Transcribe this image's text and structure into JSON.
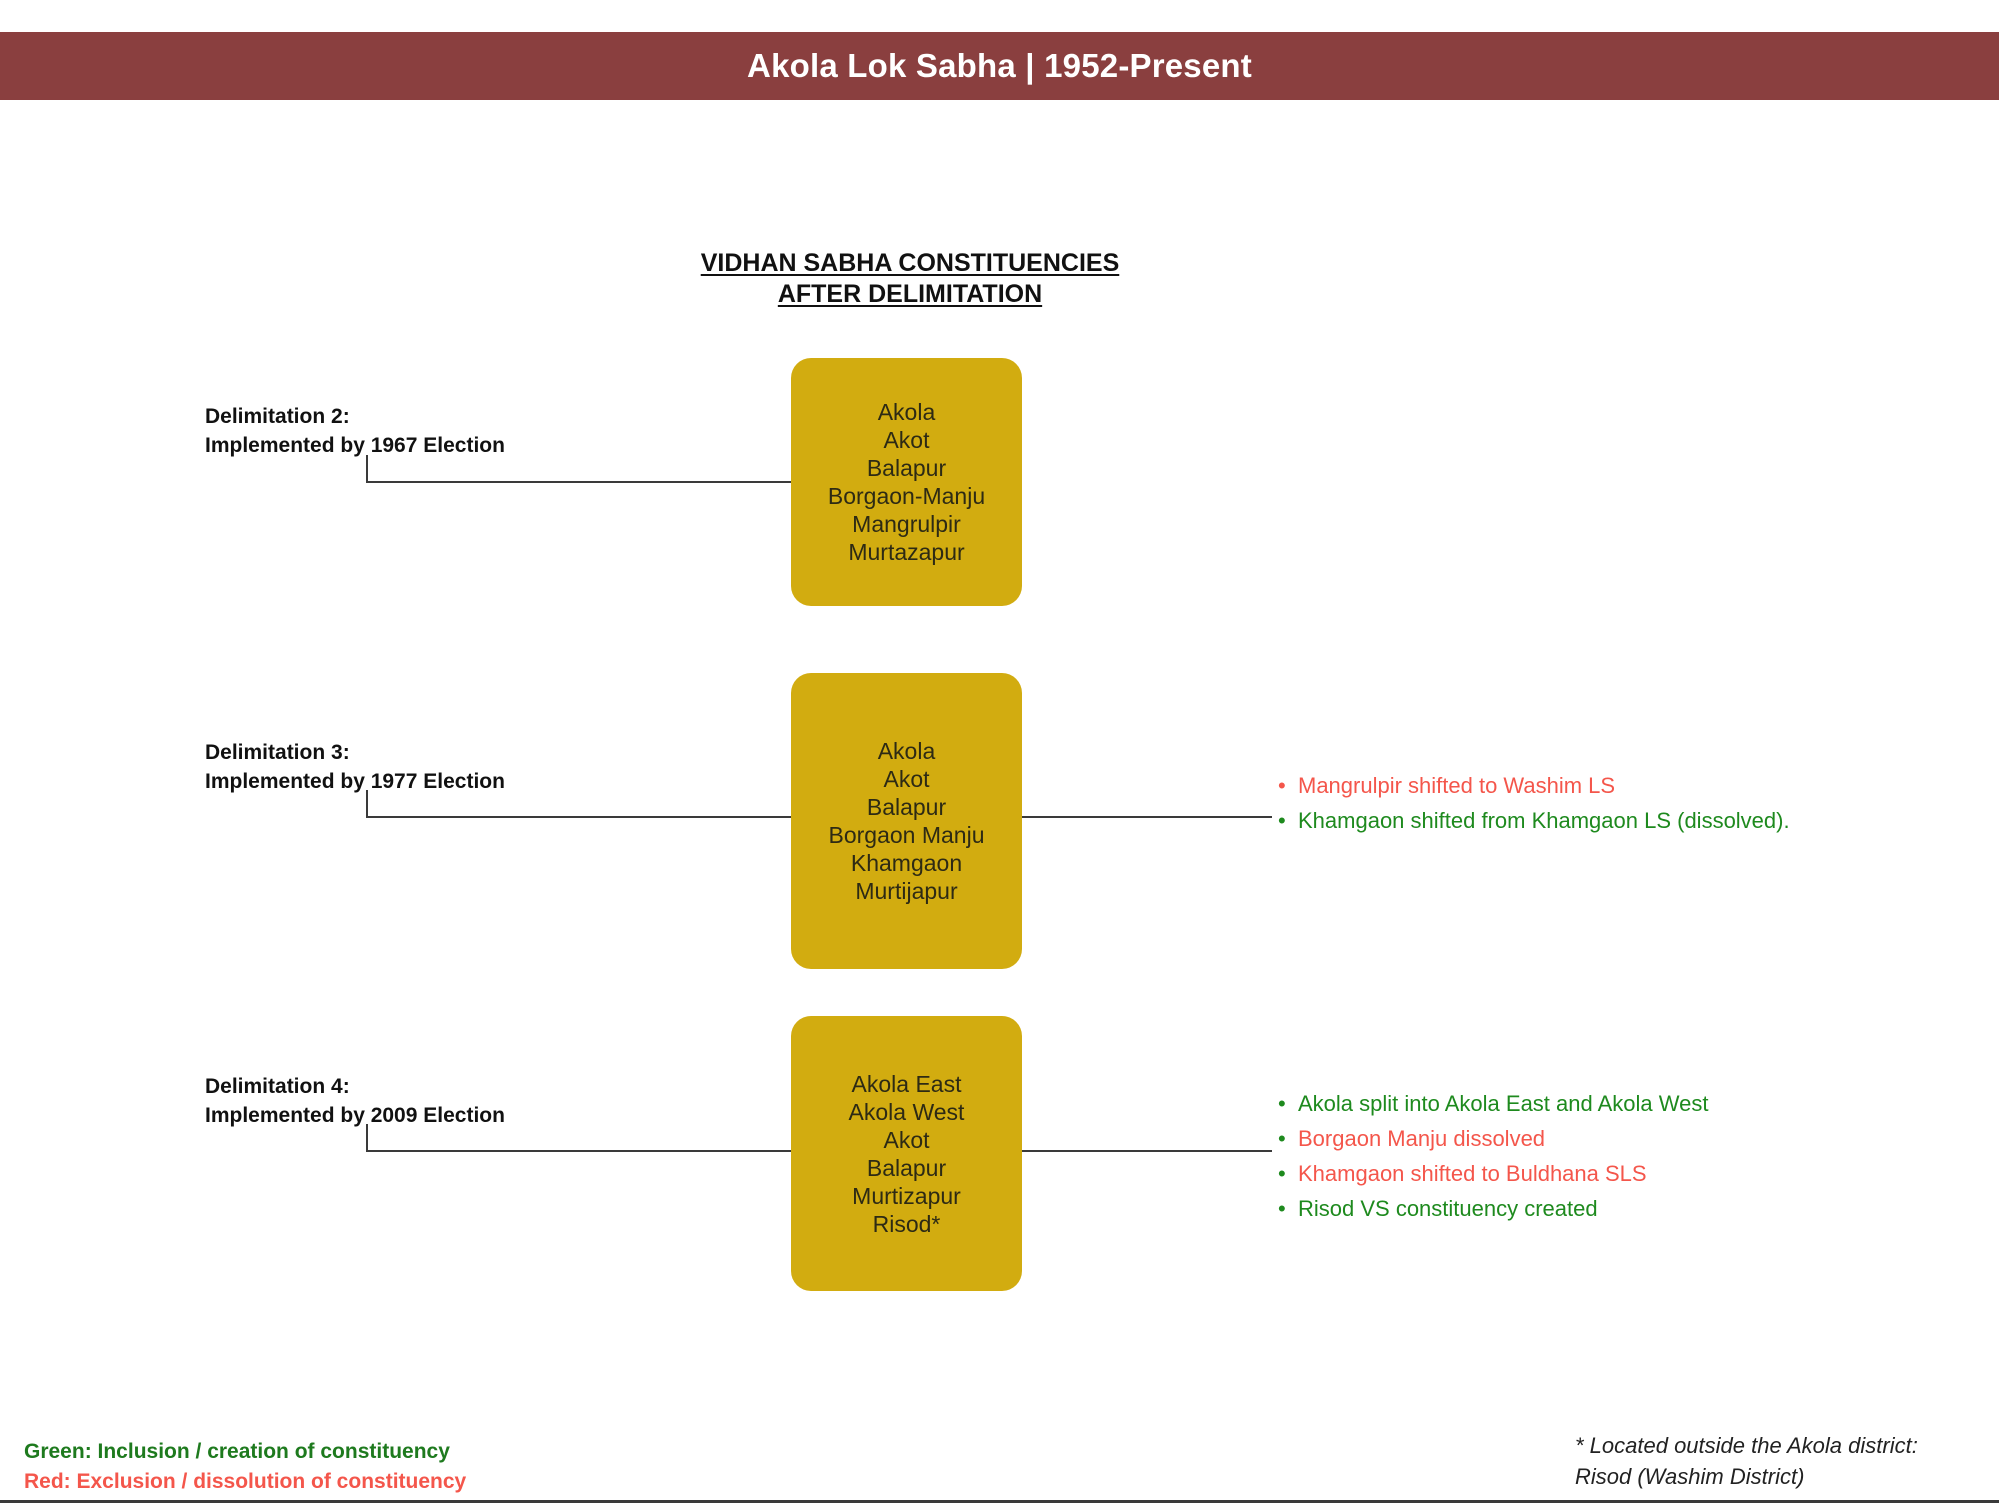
{
  "header": {
    "title": "Akola Lok Sabha | 1952-Present",
    "banner_color": "#8A3F3F",
    "title_color": "#FFFFFF"
  },
  "section_heading": {
    "line1": "VIDHAN SABHA CONSTITUENCIES",
    "line2": "AFTER DELIMITATION"
  },
  "box_color": "#D2AC10",
  "groups": [
    {
      "label_line1": "Delimitation 2:",
      "label_line2": "Implemented by 1967 Election",
      "constituencies": [
        "Akola",
        "Akot",
        "Balapur",
        "Borgaon-Manju",
        "Mangrulpir",
        "Murtazapur"
      ],
      "notes": []
    },
    {
      "label_line1": "Delimitation 3:",
      "label_line2": "Implemented by 1977 Election",
      "constituencies": [
        "Akola",
        "Akot",
        "Balapur",
        "Borgaon Manju",
        "Khamgaon",
        "Murtijapur"
      ],
      "notes": [
        {
          "text": "Mangrulpir shifted to Washim LS",
          "color": "red",
          "bullet_color": "red"
        },
        {
          "text": "Khamgaon shifted from Khamgaon LS (dissolved).",
          "color": "green",
          "bullet_color": "green"
        }
      ]
    },
    {
      "label_line1": "Delimitation 4:",
      "label_line2": "Implemented by 2009 Election",
      "constituencies": [
        "Akola East",
        "Akola West",
        "Akot",
        "Balapur",
        "Murtizapur",
        "Risod*"
      ],
      "notes": [
        {
          "text": "Akola split into Akola East and Akola West",
          "color": "green",
          "bullet_color": "green"
        },
        {
          "text": "Borgaon Manju dissolved",
          "color": "red",
          "bullet_color": "green"
        },
        {
          "text": "Khamgaon shifted to Buldhana SLS",
          "color": "red",
          "bullet_color": "green"
        },
        {
          "text": "Risod VS constituency created",
          "color": "green",
          "bullet_color": "green"
        }
      ]
    }
  ],
  "legend": {
    "green_line": "Green: Inclusion / creation of constituency",
    "red_line": "Red: Exclusion / dissolution of constituency",
    "green_color": "#1E7A1E",
    "red_color": "#F4564B"
  },
  "footnote": {
    "line1": "* Located outside the Akola district:",
    "line2": "Risod (Washim District)"
  }
}
